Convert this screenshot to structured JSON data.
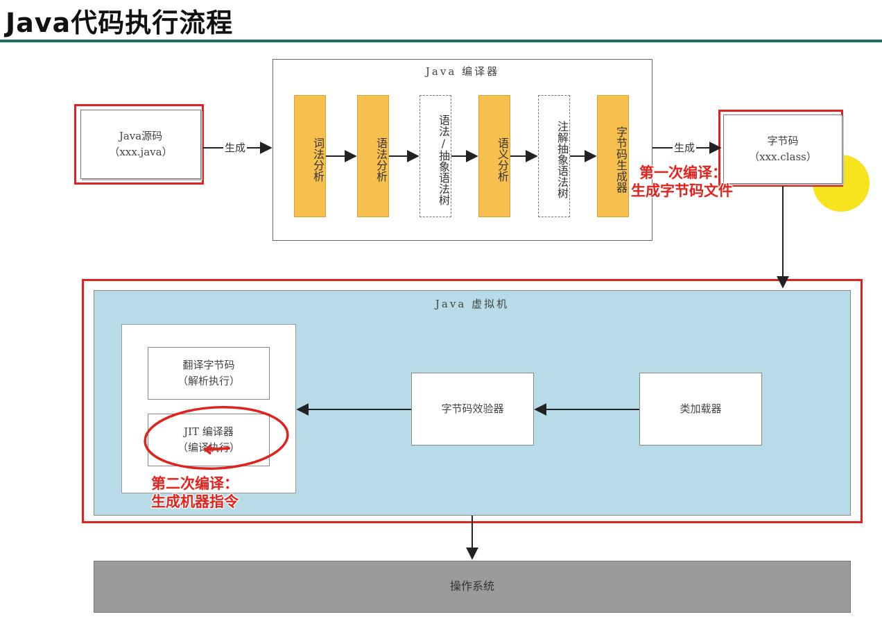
{
  "header": {
    "title": "Java代码执行流程"
  },
  "source": {
    "line1": "Java源码",
    "line2": "（xxx.java）"
  },
  "edges": {
    "generate_left": "生成",
    "generate_right": "生成"
  },
  "compiler": {
    "label": "Java 编译器",
    "stages": [
      {
        "text": "词法分析",
        "style": "solid"
      },
      {
        "text": "语法分析",
        "style": "solid"
      },
      {
        "text": "语法/抽象语法树",
        "style": "dashed"
      },
      {
        "text": "语义分析",
        "style": "solid"
      },
      {
        "text": "注解抽象语法树",
        "style": "dashed"
      },
      {
        "text": "字节码生成器",
        "style": "solid"
      }
    ]
  },
  "bytecode": {
    "line1": "字节码",
    "line2": "（xxx.class）"
  },
  "annotations": {
    "first_line1": "第一次编译：",
    "first_line2": "生成字节码文件",
    "second_line1": "第二次编译：",
    "second_line2": "生成机器指令"
  },
  "jvm": {
    "label": "Java 虚拟机",
    "interpret": {
      "line1": "翻译字节码",
      "line2": "（解析执行）"
    },
    "jit": {
      "line1": "JIT 编译器",
      "line2": "（编译执行）"
    },
    "verifier": "字节码效验器",
    "classloader": "类加载器"
  },
  "os": {
    "label": "操作系统"
  },
  "colors": {
    "stage_fill": "#f7c04e",
    "jvm_fill": "#b7dbe7",
    "highlight_red": "#e0211d",
    "os_fill": "#9b9b9b",
    "cursor_yellow": "#f6e10b"
  }
}
